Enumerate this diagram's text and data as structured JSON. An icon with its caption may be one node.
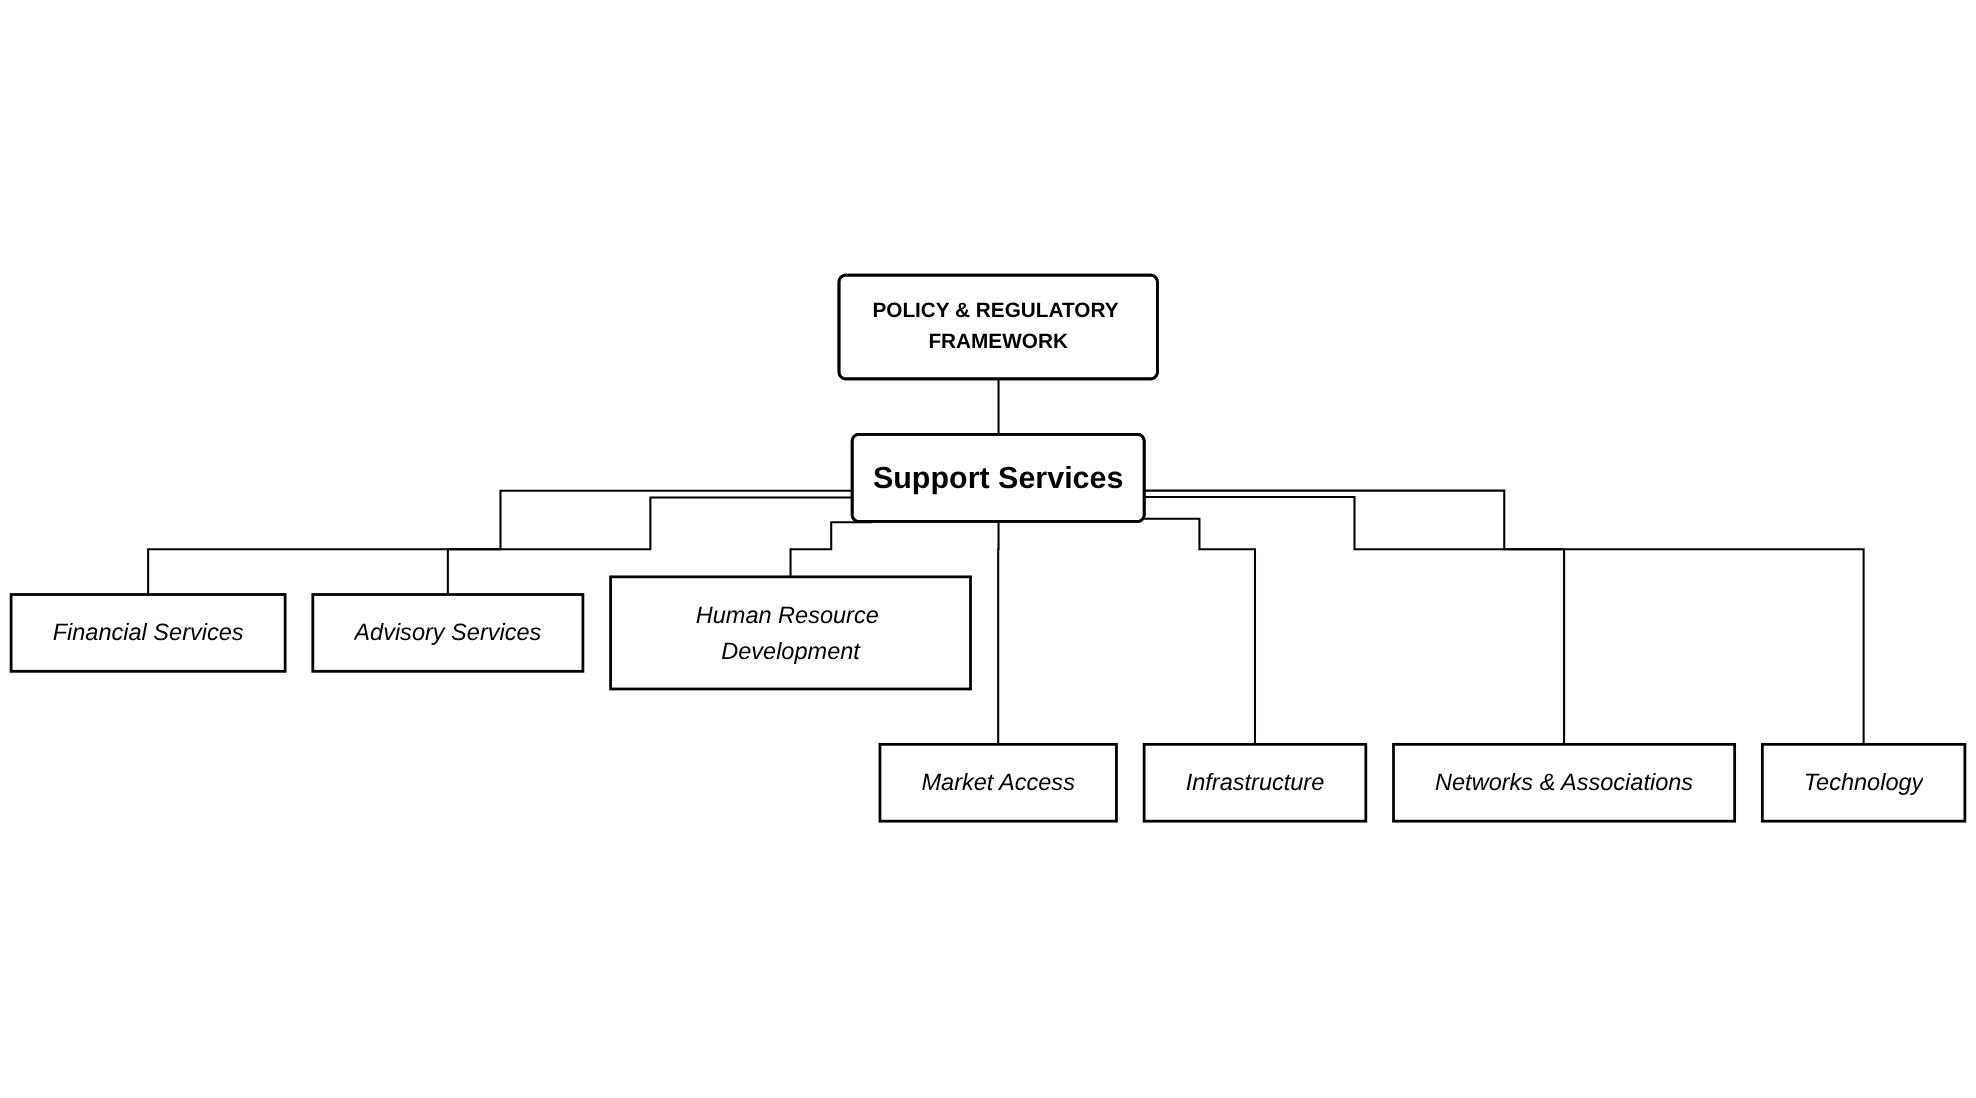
{
  "diagram": {
    "nodes": [
      {
        "text": [
          "POLICY & REGULATORY FRAMEWORK"
        ]
      },
      {
        "text": [
          "Support Services"
        ]
      },
      {
        "text": [
          "Financial Services"
        ]
      },
      {
        "text": [
          "Advisory Services"
        ]
      },
      {
        "text": [
          "Human Resource Development"
        ]
      },
      {
        "text": [
          "Market Access"
        ]
      },
      {
        "text": [
          "Infrastructure"
        ]
      },
      {
        "text": [
          "Networks & Associations"
        ]
      },
      {
        "text": [
          "Technology"
        ]
      }
    ],
    "edges": [
      {
        "from": 0,
        "to": 1,
        "arrow": "none"
      },
      {
        "from": 1,
        "to": 5,
        "arrow": "none"
      },
      {
        "from": 1,
        "to": 2,
        "arrow": "none"
      },
      {
        "from": 1,
        "to": 6,
        "arrow": "none"
      },
      {
        "from": 1,
        "to": 3,
        "arrow": "none"
      },
      {
        "from": 1,
        "to": 7,
        "arrow": "none"
      },
      {
        "from": 1,
        "to": 4,
        "arrow": "none"
      },
      {
        "from": 1,
        "to": 8,
        "arrow": "none"
      }
    ]
  }
}
